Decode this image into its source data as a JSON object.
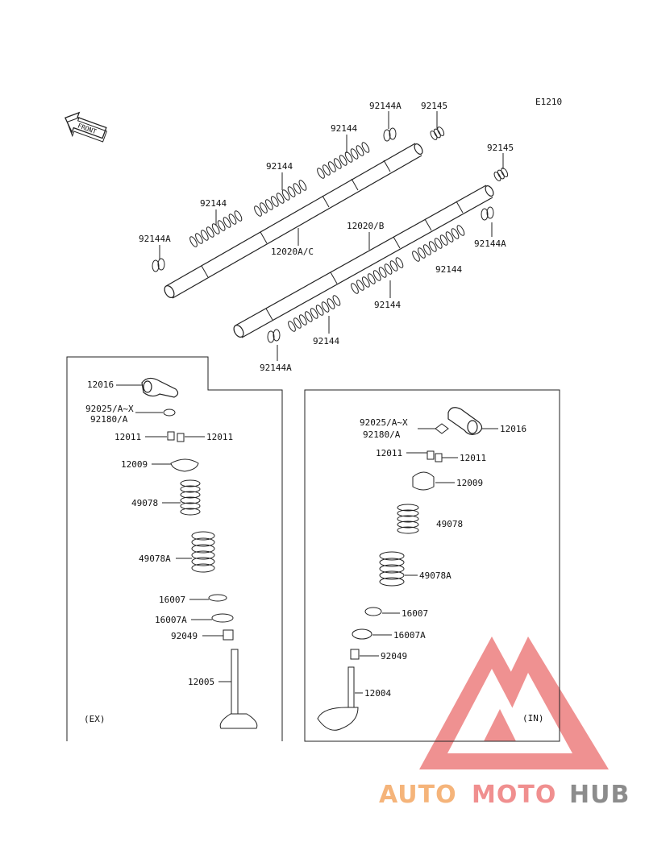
{
  "diagram": {
    "code": "E1210",
    "front_label": "FRONT",
    "top_parts": [
      "92144A",
      "92145",
      "92144",
      "92144",
      "92145",
      "92144",
      "92144A",
      "12020/B",
      "12020A/C",
      "92144",
      "92144",
      "92144",
      "92144A",
      "92144A"
    ],
    "ex_box": {
      "tag": "(EX)",
      "labels": [
        "12016",
        "92025/A~X",
        "92180/A",
        "12011",
        "12011",
        "12009",
        "49078",
        "49078A",
        "16007",
        "16007A",
        "92049",
        "12005"
      ]
    },
    "in_box": {
      "tag": "(IN)",
      "labels": [
        "92025/A~X",
        "92180/A",
        "12016",
        "12011",
        "12011",
        "12009",
        "49078",
        "49078A",
        "16007",
        "16007A",
        "92049",
        "12004"
      ]
    }
  },
  "watermark": {
    "part1": "AUTO",
    "part2": "MOTO",
    "part3": "HUB",
    "color1": "#f5b47a",
    "color2": "#f08f8f",
    "color3": "#8c8c8c",
    "logo_color": "#ef8c8c"
  }
}
